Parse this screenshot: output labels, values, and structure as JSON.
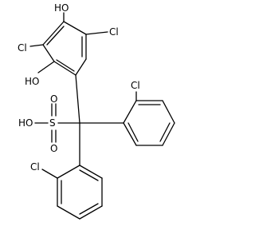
{
  "diagram": {
    "type": "chemical-structure",
    "colors": {
      "background": "#ffffff",
      "ink": "#000000"
    },
    "labels": {
      "hydroxyl_top": "HO",
      "chloro_upper_left": "Cl",
      "chloro_upper_right": "Cl",
      "hydroxyl_ring": "HO",
      "chloro_right_ring": "Cl",
      "sulfonic_oh": "HO",
      "sulfur": "S",
      "oxygen_top": "O",
      "oxygen_bottom": "O",
      "chloro_lower_ring": "Cl"
    }
  }
}
